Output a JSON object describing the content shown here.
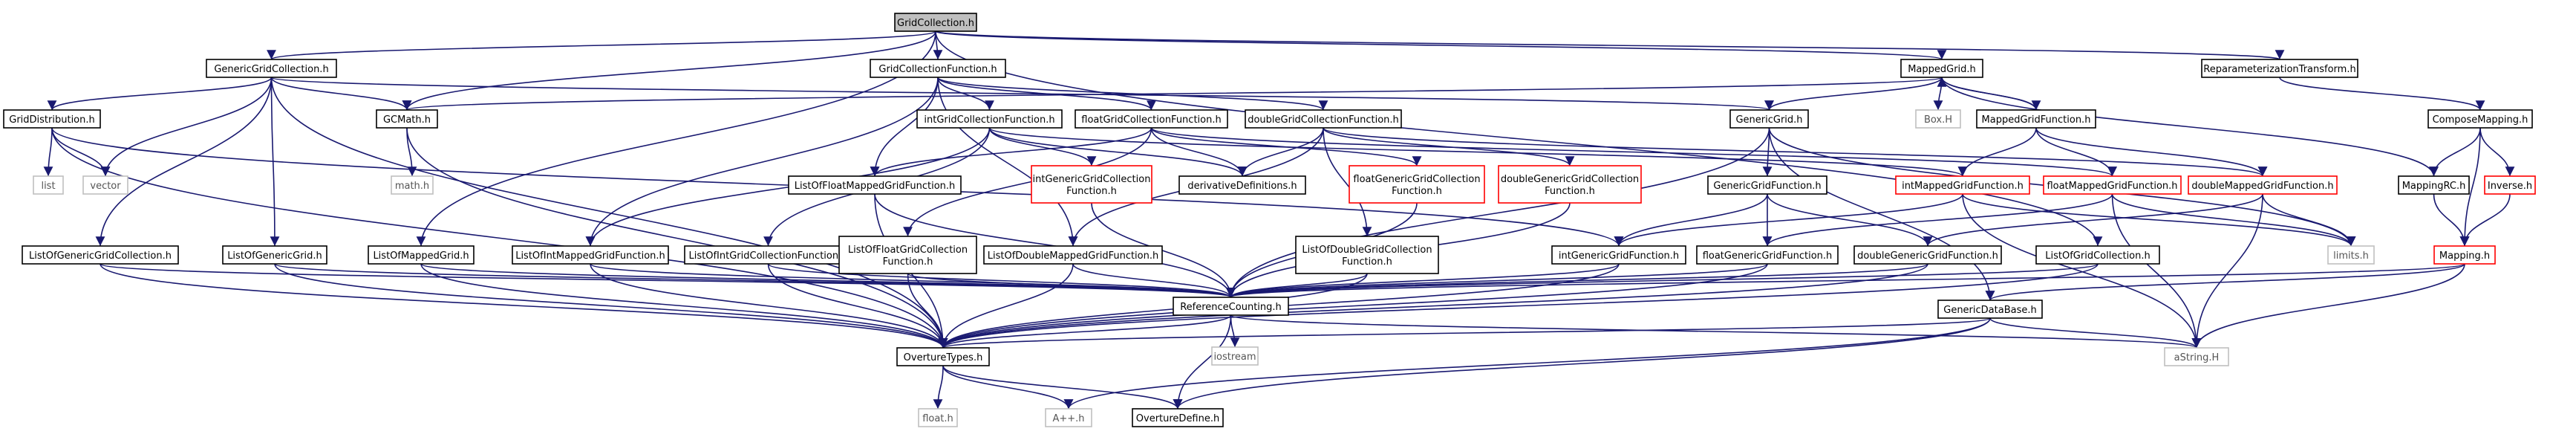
{
  "colors": {
    "background": "#ffffff",
    "edge": "#191970",
    "node_border": "#000000",
    "node_border_incomplete": "#ff0000",
    "node_border_external": "#bfbfbf",
    "root_fill": "#bfbfbf",
    "node_fill": "#ffffff",
    "text": "#000000",
    "external_text": "#555555"
  },
  "diagram": {
    "type": "include-dependency-graph",
    "root": "GridCollection.h",
    "nodes": [
      {
        "id": "GridCollection",
        "label": "GridCollection.h",
        "style": "root"
      },
      {
        "id": "GenericGridCollection",
        "label": "GenericGridCollection.h",
        "style": "normal"
      },
      {
        "id": "GridCollectionFunction",
        "label": "GridCollectionFunction.h",
        "style": "normal"
      },
      {
        "id": "MappedGrid",
        "label": "MappedGrid.h",
        "style": "normal"
      },
      {
        "id": "ReparameterizationTransform",
        "label": "ReparameterizationTransform.h",
        "style": "normal"
      },
      {
        "id": "GridDistribution",
        "label": "GridDistribution.h",
        "style": "normal"
      },
      {
        "id": "GCMath",
        "label": "GCMath.h",
        "style": "normal"
      },
      {
        "id": "intGridCollectionFunction",
        "label": "intGridCollectionFunction.h",
        "style": "normal"
      },
      {
        "id": "floatGridCollectionFunction",
        "label": "floatGridCollectionFunction.h",
        "style": "normal"
      },
      {
        "id": "doubleGridCollectionFunction",
        "label": "doubleGridCollectionFunction.h",
        "style": "normal"
      },
      {
        "id": "GenericGrid",
        "label": "GenericGrid.h",
        "style": "normal"
      },
      {
        "id": "BoxH",
        "label": "Box.H",
        "style": "external"
      },
      {
        "id": "MappedGridFunction",
        "label": "MappedGridFunction.h",
        "style": "normal"
      },
      {
        "id": "ComposeMapping",
        "label": "ComposeMapping.h",
        "style": "normal"
      },
      {
        "id": "list",
        "label": "list",
        "style": "external"
      },
      {
        "id": "vector",
        "label": "vector",
        "style": "external"
      },
      {
        "id": "mathh",
        "label": "math.h",
        "style": "external"
      },
      {
        "id": "intGenericGridCollectionFunction",
        "label": "intGenericGridCollection\nFunction.h",
        "style": "incomplete"
      },
      {
        "id": "derivativeDefinitions",
        "label": "derivativeDefinitions.h",
        "style": "normal"
      },
      {
        "id": "floatGenericGridCollectionFunction",
        "label": "floatGenericGridCollection\nFunction.h",
        "style": "incomplete"
      },
      {
        "id": "doubleGenericGridCollectionFunction",
        "label": "doubleGenericGridCollection\nFunction.h",
        "style": "incomplete"
      },
      {
        "id": "ListOfFloatMappedGridFunction",
        "label": "ListOfFloatMappedGridFunction.h",
        "style": "normal"
      },
      {
        "id": "GenericGridFunction",
        "label": "GenericGridFunction.h",
        "style": "normal"
      },
      {
        "id": "intMappedGridFunction",
        "label": "intMappedGridFunction.h",
        "style": "incomplete"
      },
      {
        "id": "floatMappedGridFunction",
        "label": "floatMappedGridFunction.h",
        "style": "incomplete"
      },
      {
        "id": "doubleMappedGridFunction",
        "label": "doubleMappedGridFunction.h",
        "style": "incomplete"
      },
      {
        "id": "MappingRC",
        "label": "MappingRC.h",
        "style": "normal"
      },
      {
        "id": "Inverse",
        "label": "Inverse.h",
        "style": "incomplete"
      },
      {
        "id": "ListOfGenericGridCollection",
        "label": "ListOfGenericGridCollection.h",
        "style": "normal"
      },
      {
        "id": "ListOfGenericGrid",
        "label": "ListOfGenericGrid.h",
        "style": "normal"
      },
      {
        "id": "ListOfMappedGrid",
        "label": "ListOfMappedGrid.h",
        "style": "normal"
      },
      {
        "id": "ListOfIntMappedGridFunction",
        "label": "ListOfIntMappedGridFunction.h",
        "style": "normal"
      },
      {
        "id": "ListOfIntGridCollectionFunction",
        "label": "ListOfIntGridCollectionFunction.h",
        "style": "normal"
      },
      {
        "id": "ListOfFloatGridCollectionFunction",
        "label": "ListOfFloatGridCollection\nFunction.h",
        "style": "normal"
      },
      {
        "id": "ListOfDoubleMappedGridFunction",
        "label": "ListOfDoubleMappedGridFunction.h",
        "style": "normal"
      },
      {
        "id": "ListOfDoubleGridCollectionFunction",
        "label": "ListOfDoubleGridCollection\nFunction.h",
        "style": "normal"
      },
      {
        "id": "intGenericGridFunction",
        "label": "intGenericGridFunction.h",
        "style": "normal"
      },
      {
        "id": "floatGenericGridFunction",
        "label": "floatGenericGridFunction.h",
        "style": "normal"
      },
      {
        "id": "doubleGenericGridFunction",
        "label": "doubleGenericGridFunction.h",
        "style": "normal"
      },
      {
        "id": "ListOfGridCollection",
        "label": "ListOfGridCollection.h",
        "style": "normal"
      },
      {
        "id": "limitsh",
        "label": "limits.h",
        "style": "external"
      },
      {
        "id": "Mapping",
        "label": "Mapping.h",
        "style": "incomplete"
      },
      {
        "id": "ReferenceCounting",
        "label": "ReferenceCounting.h",
        "style": "normal"
      },
      {
        "id": "GenericDataBase",
        "label": "GenericDataBase.h",
        "style": "normal"
      },
      {
        "id": "iostream",
        "label": "iostream",
        "style": "external"
      },
      {
        "id": "OvertureTypes",
        "label": "OvertureTypes.h",
        "style": "normal"
      },
      {
        "id": "aStringh",
        "label": "aString.H",
        "style": "external"
      },
      {
        "id": "floath",
        "label": "float.h",
        "style": "external"
      },
      {
        "id": "Appph",
        "label": "A++.h",
        "style": "external"
      },
      {
        "id": "OvertureDefine",
        "label": "OvertureDefine.h",
        "style": "normal"
      }
    ],
    "edges": [
      [
        "GridCollection",
        "GenericGridCollection"
      ],
      [
        "GridCollection",
        "GridCollectionFunction"
      ],
      [
        "GridCollection",
        "MappedGrid"
      ],
      [
        "GridCollection",
        "ReparameterizationTransform"
      ],
      [
        "GridCollection",
        "GCMath"
      ],
      [
        "GridCollection",
        "ListOfMappedGrid"
      ],
      [
        "GridCollection",
        "ListOfGridCollection"
      ],
      [
        "GenericGridCollection",
        "GridDistribution"
      ],
      [
        "GenericGridCollection",
        "GCMath"
      ],
      [
        "GenericGridCollection",
        "GenericGrid"
      ],
      [
        "GenericGridCollection",
        "vector"
      ],
      [
        "GenericGridCollection",
        "ListOfGenericGridCollection"
      ],
      [
        "GenericGridCollection",
        "ListOfGenericGrid"
      ],
      [
        "GenericGridCollection",
        "OvertureTypes"
      ],
      [
        "GridDistribution",
        "list"
      ],
      [
        "GridDistribution",
        "vector"
      ],
      [
        "GridDistribution",
        "OvertureTypes"
      ],
      [
        "GridDistribution",
        "intGenericGridFunction"
      ],
      [
        "GCMath",
        "mathh"
      ],
      [
        "GCMath",
        "OvertureTypes"
      ],
      [
        "GridCollectionFunction",
        "intGridCollectionFunction"
      ],
      [
        "GridCollectionFunction",
        "floatGridCollectionFunction"
      ],
      [
        "GridCollectionFunction",
        "doubleGridCollectionFunction"
      ],
      [
        "GridCollectionFunction",
        "ListOfIntMappedGridFunction"
      ],
      [
        "GridCollectionFunction",
        "ListOfFloatMappedGridFunction"
      ],
      [
        "GridCollectionFunction",
        "ListOfDoubleMappedGridFunction"
      ],
      [
        "intGridCollectionFunction",
        "intGenericGridCollectionFunction"
      ],
      [
        "intGridCollectionFunction",
        "derivativeDefinitions"
      ],
      [
        "intGridCollectionFunction",
        "ListOfIntGridCollectionFunction"
      ],
      [
        "intGridCollectionFunction",
        "ListOfIntMappedGridFunction"
      ],
      [
        "intGridCollectionFunction",
        "intMappedGridFunction"
      ],
      [
        "floatGridCollectionFunction",
        "floatGenericGridCollectionFunction"
      ],
      [
        "floatGridCollectionFunction",
        "derivativeDefinitions"
      ],
      [
        "floatGridCollectionFunction",
        "ListOfFloatGridCollectionFunction"
      ],
      [
        "floatGridCollectionFunction",
        "ListOfFloatMappedGridFunction"
      ],
      [
        "floatGridCollectionFunction",
        "floatMappedGridFunction"
      ],
      [
        "doubleGridCollectionFunction",
        "doubleGenericGridCollectionFunction"
      ],
      [
        "doubleGridCollectionFunction",
        "derivativeDefinitions"
      ],
      [
        "doubleGridCollectionFunction",
        "ListOfDoubleGridCollectionFunction"
      ],
      [
        "doubleGridCollectionFunction",
        "ListOfDoubleMappedGridFunction"
      ],
      [
        "doubleGridCollectionFunction",
        "doubleMappedGridFunction"
      ],
      [
        "MappedGrid",
        "GCMath"
      ],
      [
        "MappedGrid",
        "GenericGrid"
      ],
      [
        "MappedGrid",
        "BoxH"
      ],
      [
        "MappedGrid",
        "MappedGridFunction"
      ],
      [
        "MappedGrid",
        "MappingRC"
      ],
      [
        "MappedGridFunction",
        "MappedGrid"
      ],
      [
        "MappedGridFunction",
        "intMappedGridFunction"
      ],
      [
        "MappedGridFunction",
        "floatMappedGridFunction"
      ],
      [
        "MappedGridFunction",
        "doubleMappedGridFunction"
      ],
      [
        "GenericGrid",
        "GenericGridFunction"
      ],
      [
        "GenericGrid",
        "ReferenceCounting"
      ],
      [
        "GenericGrid",
        "GenericDataBase"
      ],
      [
        "GenericGrid",
        "limitsh"
      ],
      [
        "GenericGridFunction",
        "intGenericGridFunction"
      ],
      [
        "GenericGridFunction",
        "floatGenericGridFunction"
      ],
      [
        "GenericGridFunction",
        "doubleGenericGridFunction"
      ],
      [
        "intMappedGridFunction",
        "intGenericGridFunction"
      ],
      [
        "intMappedGridFunction",
        "limitsh"
      ],
      [
        "intMappedGridFunction",
        "aStringh"
      ],
      [
        "floatMappedGridFunction",
        "floatGenericGridFunction"
      ],
      [
        "floatMappedGridFunction",
        "limitsh"
      ],
      [
        "floatMappedGridFunction",
        "aStringh"
      ],
      [
        "doubleMappedGridFunction",
        "doubleGenericGridFunction"
      ],
      [
        "doubleMappedGridFunction",
        "limitsh"
      ],
      [
        "doubleMappedGridFunction",
        "aStringh"
      ],
      [
        "ReparameterizationTransform",
        "ComposeMapping"
      ],
      [
        "ComposeMapping",
        "MappingRC"
      ],
      [
        "ComposeMapping",
        "Inverse"
      ],
      [
        "ComposeMapping",
        "Mapping"
      ],
      [
        "MappingRC",
        "Mapping"
      ],
      [
        "Inverse",
        "Mapping"
      ],
      [
        "Mapping",
        "ReferenceCounting"
      ],
      [
        "Mapping",
        "GenericDataBase"
      ],
      [
        "Mapping",
        "aStringh"
      ],
      [
        "intGenericGridCollectionFunction",
        "ReferenceCounting"
      ],
      [
        "floatGenericGridCollectionFunction",
        "ReferenceCounting"
      ],
      [
        "doubleGenericGridCollectionFunction",
        "ReferenceCounting"
      ],
      [
        "intGenericGridFunction",
        "ReferenceCounting"
      ],
      [
        "intGenericGridFunction",
        "OvertureTypes"
      ],
      [
        "floatGenericGridFunction",
        "ReferenceCounting"
      ],
      [
        "floatGenericGridFunction",
        "OvertureTypes"
      ],
      [
        "doubleGenericGridFunction",
        "ReferenceCounting"
      ],
      [
        "doubleGenericGridFunction",
        "OvertureTypes"
      ],
      [
        "ListOfGenericGridCollection",
        "ReferenceCounting"
      ],
      [
        "ListOfGenericGridCollection",
        "OvertureTypes"
      ],
      [
        "ListOfGenericGrid",
        "ReferenceCounting"
      ],
      [
        "ListOfGenericGrid",
        "OvertureTypes"
      ],
      [
        "ListOfMappedGrid",
        "ReferenceCounting"
      ],
      [
        "ListOfMappedGrid",
        "OvertureTypes"
      ],
      [
        "ListOfIntMappedGridFunction",
        "ReferenceCounting"
      ],
      [
        "ListOfIntMappedGridFunction",
        "OvertureTypes"
      ],
      [
        "ListOfIntGridCollectionFunction",
        "ReferenceCounting"
      ],
      [
        "ListOfIntGridCollectionFunction",
        "OvertureTypes"
      ],
      [
        "ListOfFloatGridCollectionFunction",
        "ReferenceCounting"
      ],
      [
        "ListOfFloatGridCollectionFunction",
        "OvertureTypes"
      ],
      [
        "ListOfDoubleMappedGridFunction",
        "ReferenceCounting"
      ],
      [
        "ListOfDoubleMappedGridFunction",
        "OvertureTypes"
      ],
      [
        "ListOfDoubleGridCollectionFunction",
        "ReferenceCounting"
      ],
      [
        "ListOfDoubleGridCollectionFunction",
        "OvertureTypes"
      ],
      [
        "ListOfFloatMappedGridFunction",
        "ReferenceCounting"
      ],
      [
        "ListOfFloatMappedGridFunction",
        "OvertureTypes"
      ],
      [
        "ListOfGridCollection",
        "ReferenceCounting"
      ],
      [
        "ListOfGridCollection",
        "OvertureTypes"
      ],
      [
        "ReferenceCounting",
        "iostream"
      ],
      [
        "ReferenceCounting",
        "OvertureTypes"
      ],
      [
        "ReferenceCounting",
        "OvertureDefine"
      ],
      [
        "ReferenceCounting",
        "aStringh"
      ],
      [
        "GenericDataBase",
        "OvertureTypes"
      ],
      [
        "GenericDataBase",
        "aStringh"
      ],
      [
        "GenericDataBase",
        "Appph"
      ],
      [
        "GenericDataBase",
        "OvertureDefine"
      ],
      [
        "OvertureTypes",
        "floath"
      ],
      [
        "OvertureTypes",
        "Appph"
      ],
      [
        "OvertureTypes",
        "OvertureDefine"
      ]
    ]
  }
}
